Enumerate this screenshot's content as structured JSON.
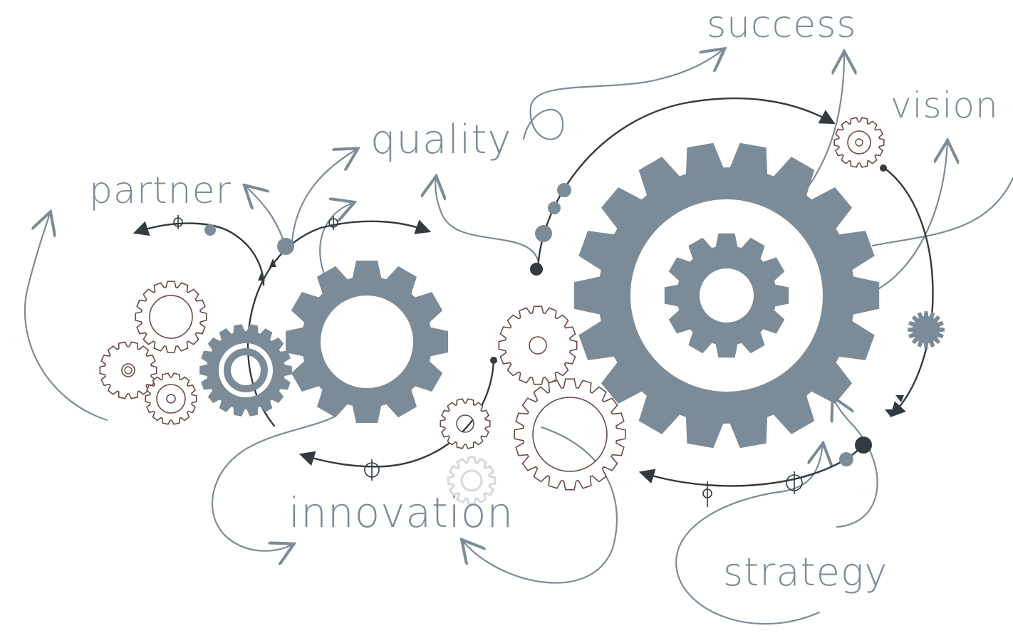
{
  "labels": {
    "success": "success",
    "vision": "vision",
    "quality": "quality",
    "partner": "partner",
    "innovation": "innovation",
    "strategy": "strategy"
  },
  "colors": {
    "gear": "#7b8c98",
    "track": "#333a40",
    "outline_gear": "#6b4a45",
    "background": "#ffffff"
  }
}
